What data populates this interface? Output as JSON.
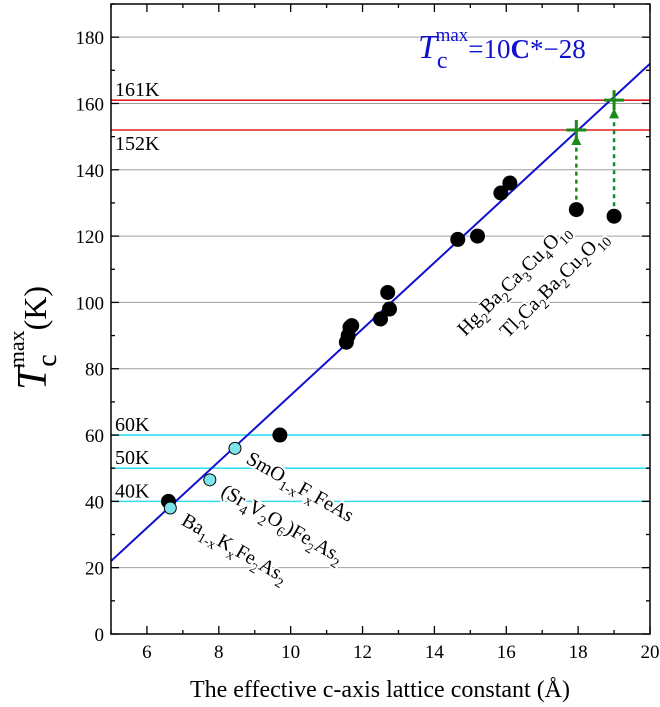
{
  "chart_data": {
    "type": "scatter",
    "title": "",
    "xlabel": "The effective c-axis lattice constant (Å)",
    "ylabel": {
      "main": "T",
      "sub": "c",
      "sup": "max",
      "unit": "(K)"
    },
    "xlim": [
      5,
      20
    ],
    "ylim": [
      0,
      190
    ],
    "x_ticks": [
      6,
      8,
      10,
      12,
      14,
      16,
      18,
      20
    ],
    "y_ticks": [
      0,
      20,
      40,
      60,
      80,
      100,
      120,
      140,
      160,
      180
    ],
    "grid": "horizontal",
    "equation": {
      "T": "T",
      "sub": "c",
      "sup": "max",
      "rhs_prefix": "=10",
      "C": "C",
      "rhs_suffix": "*−28",
      "color": "#1010d0"
    },
    "fit_line": {
      "slope": 10,
      "intercept": -28,
      "color": "#1010d0"
    },
    "series": [
      {
        "marker": "filled-circle",
        "color": "#000000",
        "points": [
          [
            6.6,
            40
          ],
          [
            9.7,
            60
          ],
          [
            11.55,
            88
          ],
          [
            11.6,
            90
          ],
          [
            11.65,
            92.5
          ],
          [
            11.7,
            93
          ],
          [
            12.5,
            95
          ],
          [
            12.7,
            103
          ],
          [
            12.75,
            98
          ],
          [
            14.65,
            119
          ],
          [
            15.2,
            120
          ],
          [
            15.85,
            133
          ],
          [
            16.1,
            136
          ],
          [
            17.95,
            128
          ],
          [
            19.0,
            126
          ]
        ]
      },
      {
        "marker": "open-circle",
        "color": "#7fe3ee",
        "points": [
          [
            6.65,
            38
          ],
          [
            7.75,
            46.5
          ],
          [
            8.45,
            56
          ]
        ]
      },
      {
        "marker": "plus",
        "color": "#1a8a1a",
        "points": [
          [
            17.95,
            152
          ],
          [
            19.0,
            161
          ]
        ]
      }
    ],
    "arrows": [
      {
        "from": [
          17.95,
          131
        ],
        "to": [
          17.95,
          149
        ],
        "color": "#1a8a1a"
      },
      {
        "from": [
          19.0,
          129
        ],
        "to": [
          19.0,
          157
        ],
        "color": "#1a8a1a"
      }
    ],
    "reference_lines": [
      {
        "y": 161,
        "label": "161K",
        "color": "#e02020",
        "label_pos": "above"
      },
      {
        "y": 152,
        "label": "152K",
        "color": "#e02020",
        "label_pos": "below"
      },
      {
        "y": 60,
        "label": "60K",
        "color": "#33e0f0",
        "label_pos": "above"
      },
      {
        "y": 50,
        "label": "50K",
        "color": "#33e0f0",
        "label_pos": "above"
      },
      {
        "y": 40,
        "label": "40K",
        "color": "#33e0f0",
        "label_pos": "above"
      }
    ],
    "compound_labels": [
      {
        "id": "smo",
        "parts": [
          [
            "SmO",
            ""
          ],
          [
            "1-x",
            "sub"
          ],
          [
            "F",
            ""
          ],
          [
            "x",
            "sub"
          ],
          [
            "FeAs",
            ""
          ]
        ],
        "anchor": [
          8.45,
          56
        ],
        "rotate": 30
      },
      {
        "id": "sr4",
        "parts": [
          [
            "(Sr",
            ""
          ],
          [
            "4",
            "sub"
          ],
          [
            "V",
            ""
          ],
          [
            "2",
            "sub"
          ],
          [
            "O",
            ""
          ],
          [
            "6",
            "sub"
          ],
          [
            ")Fe",
            ""
          ],
          [
            "2",
            "sub"
          ],
          [
            "As",
            ""
          ],
          [
            "2",
            "sub"
          ]
        ],
        "anchor": [
          7.75,
          46.5
        ],
        "rotate": 30
      },
      {
        "id": "ba",
        "parts": [
          [
            "Ba",
            ""
          ],
          [
            "1-x",
            "sub"
          ],
          [
            "K",
            ""
          ],
          [
            "x",
            "sub"
          ],
          [
            "Fe",
            ""
          ],
          [
            "2",
            "sub"
          ],
          [
            "As",
            ""
          ],
          [
            "2",
            "sub"
          ]
        ],
        "anchor": [
          6.65,
          38
        ],
        "rotate": 30
      },
      {
        "id": "hg",
        "parts": [
          [
            "Hg",
            ""
          ],
          [
            "2",
            "sub"
          ],
          [
            "Ba",
            ""
          ],
          [
            "2",
            "sub"
          ],
          [
            "Ca",
            ""
          ],
          [
            "3",
            "sub"
          ],
          [
            "Cu",
            ""
          ],
          [
            "4",
            "sub"
          ],
          [
            "O",
            ""
          ],
          [
            "10",
            "sub"
          ]
        ],
        "anchor": [
          17.95,
          128
        ],
        "rotate": -45
      },
      {
        "id": "tl",
        "parts": [
          [
            "Tl",
            ""
          ],
          [
            "2",
            "sub"
          ],
          [
            "Ca",
            ""
          ],
          [
            "2",
            "sub"
          ],
          [
            "Ba",
            ""
          ],
          [
            "2",
            "sub"
          ],
          [
            "Cu",
            ""
          ],
          [
            "2",
            "sub"
          ],
          [
            "O",
            ""
          ],
          [
            "10",
            "sub"
          ]
        ],
        "anchor": [
          19.0,
          126
        ],
        "rotate": -45
      }
    ]
  }
}
